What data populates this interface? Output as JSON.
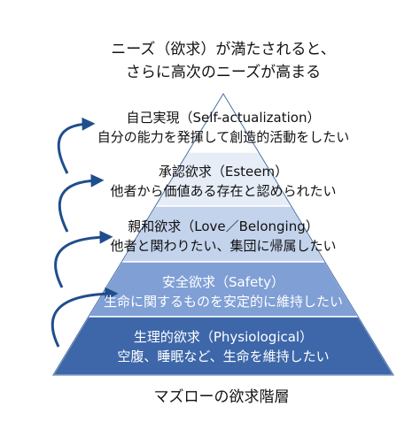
{
  "header": {
    "line1": "ニーズ（欲求）が満たされると、",
    "line2": "さらに高次のニーズが高まる"
  },
  "levels": [
    {
      "title": "自己実現（Self-actualization）",
      "desc": "自分の能力を発揮して創造的活動をしたい",
      "color": "#ffffff",
      "text_color": "#111111"
    },
    {
      "title": "承認欲求（Esteem）",
      "desc": "他者から価値ある存在と認められたい",
      "color": "#e6edf7",
      "text_color": "#111111"
    },
    {
      "title": "親和欲求（Love／Belonging）",
      "desc": "他者と関わりたい、集団に帰属したい",
      "color": "#c4d3ec",
      "text_color": "#111111"
    },
    {
      "title": "安全欲求（Safety）",
      "desc": "生命に関するものを安定的に維持したい",
      "color": "#7f9fd5",
      "text_color": "#ffffff"
    },
    {
      "title": "生理的欲求（Physiological）",
      "desc": "空腹、睡眠など、生命を維持したい",
      "color": "#3d67a9",
      "text_color": "#ffffff"
    }
  ],
  "caption": "マズローの欲求階層",
  "colors": {
    "arrow": "#1f4e8c",
    "outline": "#4a6fa5"
  },
  "icons": [
    "curved-arrow-icon"
  ]
}
